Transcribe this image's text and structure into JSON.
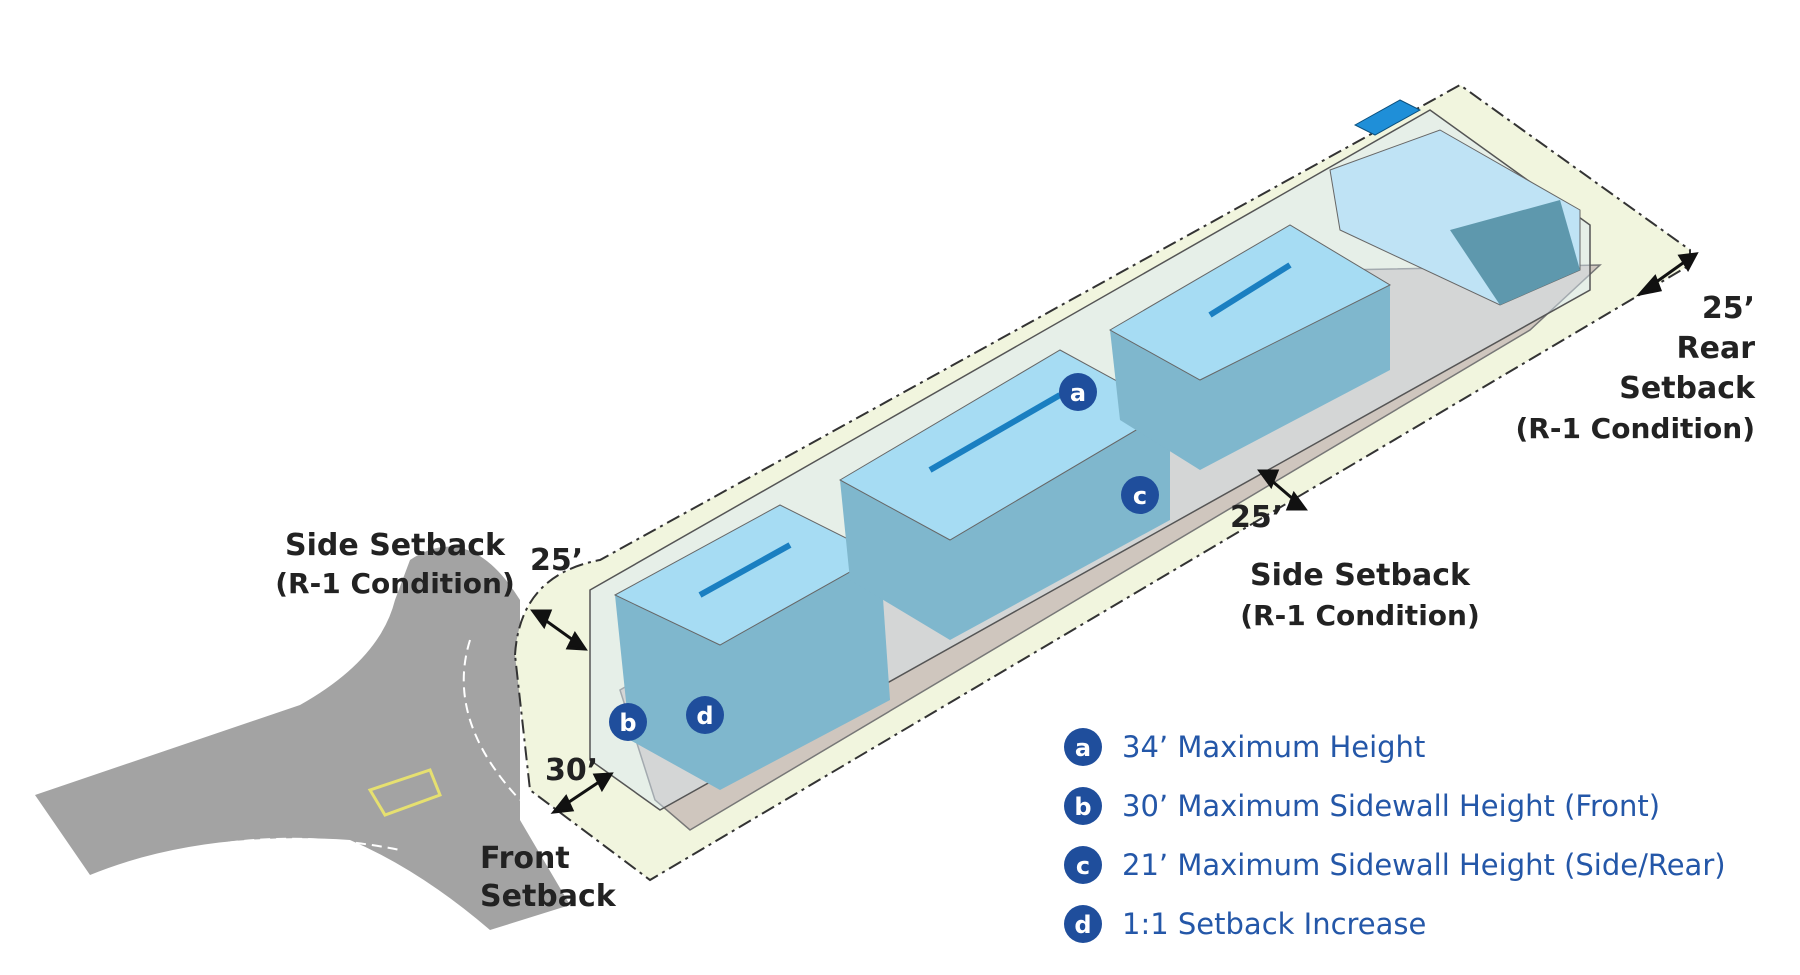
{
  "labels": {
    "rear_value": "25’",
    "rear_title": "Rear",
    "rear_line2": "Setback",
    "rear_cond": "(R-1 Condition)",
    "side_left_title": "Side Setback",
    "side_left_cond": "(R-1 Condition)",
    "side_left_value": "25’",
    "side_right_value": "25’",
    "side_right_title": "Side Setback",
    "side_right_cond": "(R-1 Condition)",
    "front_value": "30’",
    "front_title": "Front",
    "front_line2": "Setback"
  },
  "markers": {
    "a": "a",
    "b": "b",
    "c": "c",
    "d": "d"
  },
  "legend": [
    {
      "key": "a",
      "text": "34’ Maximum Height"
    },
    {
      "key": "b",
      "text": "30’ Maximum Sidewall Height (Front)"
    },
    {
      "key": "c",
      "text": "21’ Maximum Sidewall Height (Side/Rear)"
    },
    {
      "key": "d",
      "text": "1:1 Setback Increase"
    }
  ],
  "colors": {
    "badge": "#1f4e9c",
    "legend_text": "#2457a8",
    "setback_zone": "#f1f5de",
    "ground": "#cfc6be",
    "building": "#9fd6ef",
    "street": "#a3a3a3"
  }
}
